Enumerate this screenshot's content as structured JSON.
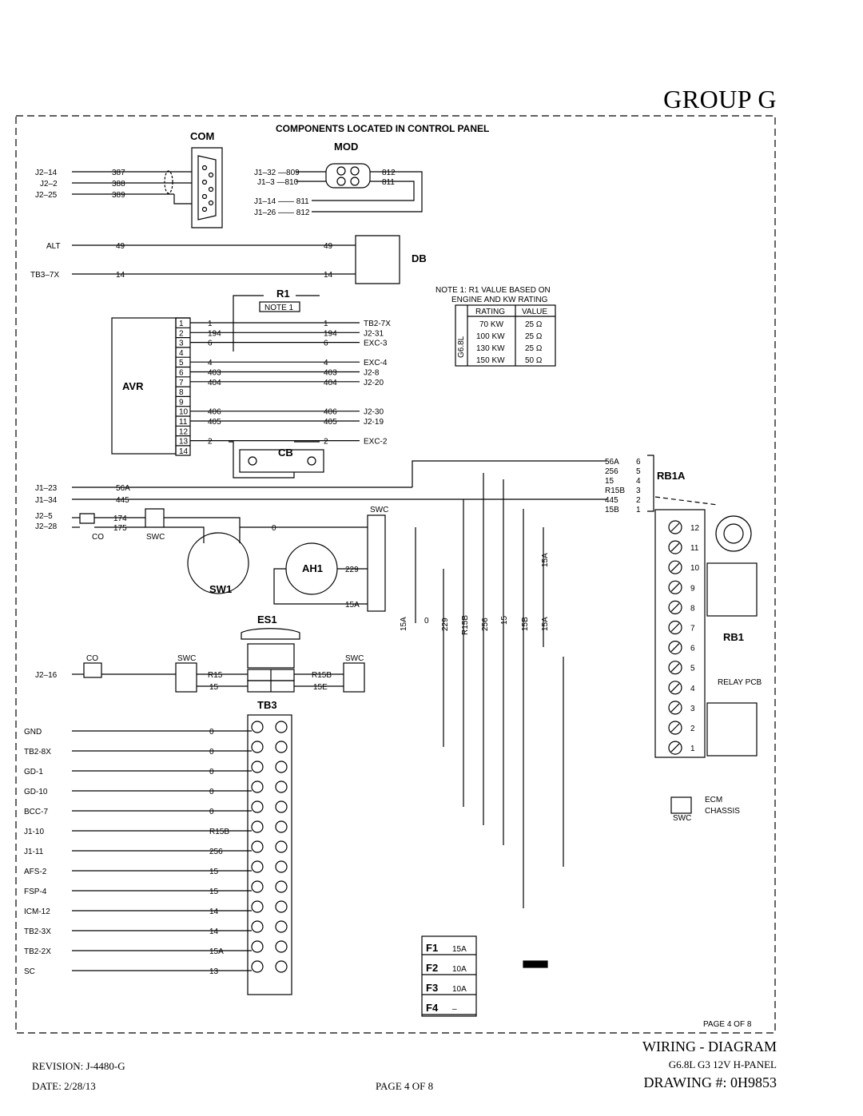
{
  "header": {
    "group_title": "GROUP G",
    "panel_heading": "COMPONENTS LOCATED IN CONTROL PANEL"
  },
  "components": {
    "com": "COM",
    "mod": "MOD",
    "db": "DB",
    "r1": "R1",
    "note1_tag": "NOTE 1",
    "avr": "AVR",
    "cb": "CB",
    "rb1a": "RB1A",
    "rb1": "RB1",
    "relay_pcb": "RELAY PCB",
    "sw1": "SW1",
    "ah1": "AH1",
    "es1": "ES1",
    "tb3": "TB3",
    "f1": "F1",
    "f2": "F2",
    "f3": "F3",
    "f4": "F4",
    "ecm_chassis": "ECM CHASSIS"
  },
  "note": {
    "line1": "NOTE 1: R1 VALUE BASED ON",
    "line2": "ENGINE AND KW RATING",
    "table": {
      "side_label": "G6.8L",
      "headers": [
        "RATING",
        "VALUE"
      ],
      "rows": [
        [
          "70 KW",
          "25 Ω"
        ],
        [
          "100 KW",
          "25 Ω"
        ],
        [
          "130 KW",
          "25 Ω"
        ],
        [
          "150 KW",
          "50 Ω"
        ]
      ]
    }
  },
  "avr_terminals": [
    "1",
    "2",
    "3",
    "4",
    "5",
    "6",
    "7",
    "8",
    "9",
    "10",
    "11",
    "12",
    "13",
    "14"
  ],
  "avr_wires": [
    {
      "wire": "1",
      "dest": "TB2-7X"
    },
    {
      "wire": "194",
      "dest": "J2-31"
    },
    {
      "wire": "6",
      "dest": "EXC-3"
    },
    {
      "wire": "4",
      "dest": "EXC-4"
    },
    {
      "wire": "403",
      "dest": "J2-8"
    },
    {
      "wire": "404",
      "dest": "J2-20"
    },
    {
      "wire": "406",
      "dest": "J2-30"
    },
    {
      "wire": "405",
      "dest": "J2-19"
    },
    {
      "wire": "2",
      "dest": "EXC-2"
    }
  ],
  "rb1a_wires": [
    "56A",
    "256",
    "15",
    "R15B",
    "445",
    "15B"
  ],
  "rb1a_pins": [
    "6",
    "5",
    "4",
    "3",
    "2",
    "1"
  ],
  "rb1_terminals": [
    "12",
    "11",
    "10",
    "9",
    "8",
    "7",
    "6",
    "5",
    "4",
    "3",
    "2",
    "1"
  ],
  "tb3_left": [
    {
      "src": "GND",
      "wire": "0"
    },
    {
      "src": "TB2-8X",
      "wire": "0"
    },
    {
      "src": "GD-1",
      "wire": "0"
    },
    {
      "src": "GD-10",
      "wire": "0"
    },
    {
      "src": "BCC-7",
      "wire": "0"
    },
    {
      "src": "J1-10",
      "wire": "R15B"
    },
    {
      "src": "J1-11",
      "wire": "256"
    },
    {
      "src": "AFS-2",
      "wire": "15"
    },
    {
      "src": "FSP-4",
      "wire": "15"
    },
    {
      "src": "ICM-12",
      "wire": "14"
    },
    {
      "src": "TB2-3X",
      "wire": "14"
    },
    {
      "src": "TB2-2X",
      "wire": "15A"
    },
    {
      "src": "SC",
      "wire": "13"
    }
  ],
  "fuses": [
    {
      "name": "F1",
      "rating": "15A"
    },
    {
      "name": "F2",
      "rating": "10A"
    },
    {
      "name": "F3",
      "rating": "10A"
    },
    {
      "name": "F4",
      "rating": "–"
    }
  ],
  "page_box": "PAGE 4 OF 8",
  "footer": {
    "wiring_diagram": "WIRING - DIAGRAM",
    "revision": "REVISION: J-4480-G",
    "subtitle": "G6.8L G3 12V H-PANEL",
    "date": "DATE: 2/28/13",
    "page": "PAGE 4 OF 8",
    "drawing": "DRAWING #: 0H9853"
  }
}
